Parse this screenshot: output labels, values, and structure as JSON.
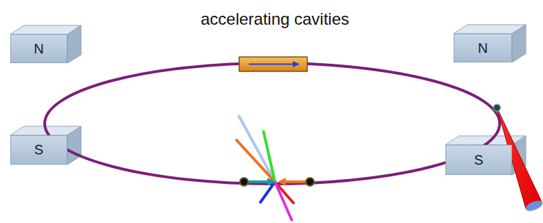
{
  "diagram": {
    "nodes": [
      {
        "text": [
          "N"
        ]
      },
      {
        "text": [
          "N"
        ]
      },
      {
        "text": [
          "S"
        ]
      },
      {
        "text": [
          "S"
        ]
      }
    ],
    "labels": [
      "accelerating cavities"
    ]
  }
}
